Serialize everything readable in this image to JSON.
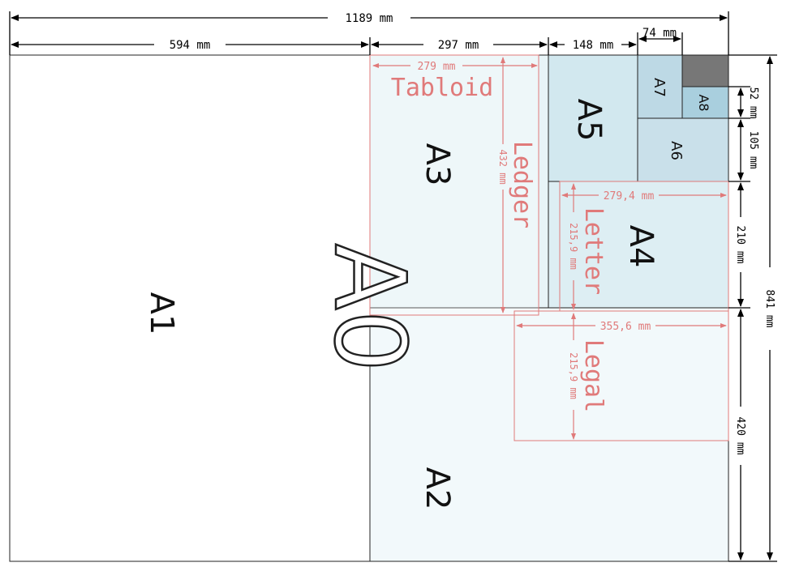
{
  "colors": {
    "sheet_outline": "#222222",
    "a2_fill": "#f2f9fb",
    "a3_fill": "#e8f4f7",
    "a4_fill": "#ddeef3",
    "a5_fill": "#d2e8ef",
    "a6_fill": "#c9e0ea",
    "a7_fill": "#bdd9e5",
    "a8_fill": "#a9cfde",
    "remainder_fill": "#777777",
    "us_paper": "#e07a7a",
    "dimension_line": "#000000"
  },
  "dimensions": {
    "total_width": "1189 mm",
    "a1_width": "594 mm",
    "a3_width": "297 mm",
    "a5_width": "148 mm",
    "a7_width": "74 mm",
    "a8_height": "52 mm",
    "a6_height": "105 mm",
    "a4_height": "210 mm",
    "a2_height": "420 mm",
    "total_height": "841 mm"
  },
  "sheets": {
    "a0": "A0",
    "a1": "A1",
    "a2": "A2",
    "a3": "A3",
    "a4": "A4",
    "a5": "A5",
    "a6": "A6",
    "a7": "A7",
    "a8": "A8"
  },
  "us_formats": {
    "tabloid": {
      "name": "Tabloid",
      "width": "279 mm",
      "height": "432 mm"
    },
    "ledger": {
      "name": "Ledger"
    },
    "letter": {
      "name": "Letter",
      "width": "279,4 mm",
      "height": "215,9 mm"
    },
    "legal": {
      "name": "Legal",
      "width": "355,6 mm",
      "height": "215,9 mm"
    }
  }
}
